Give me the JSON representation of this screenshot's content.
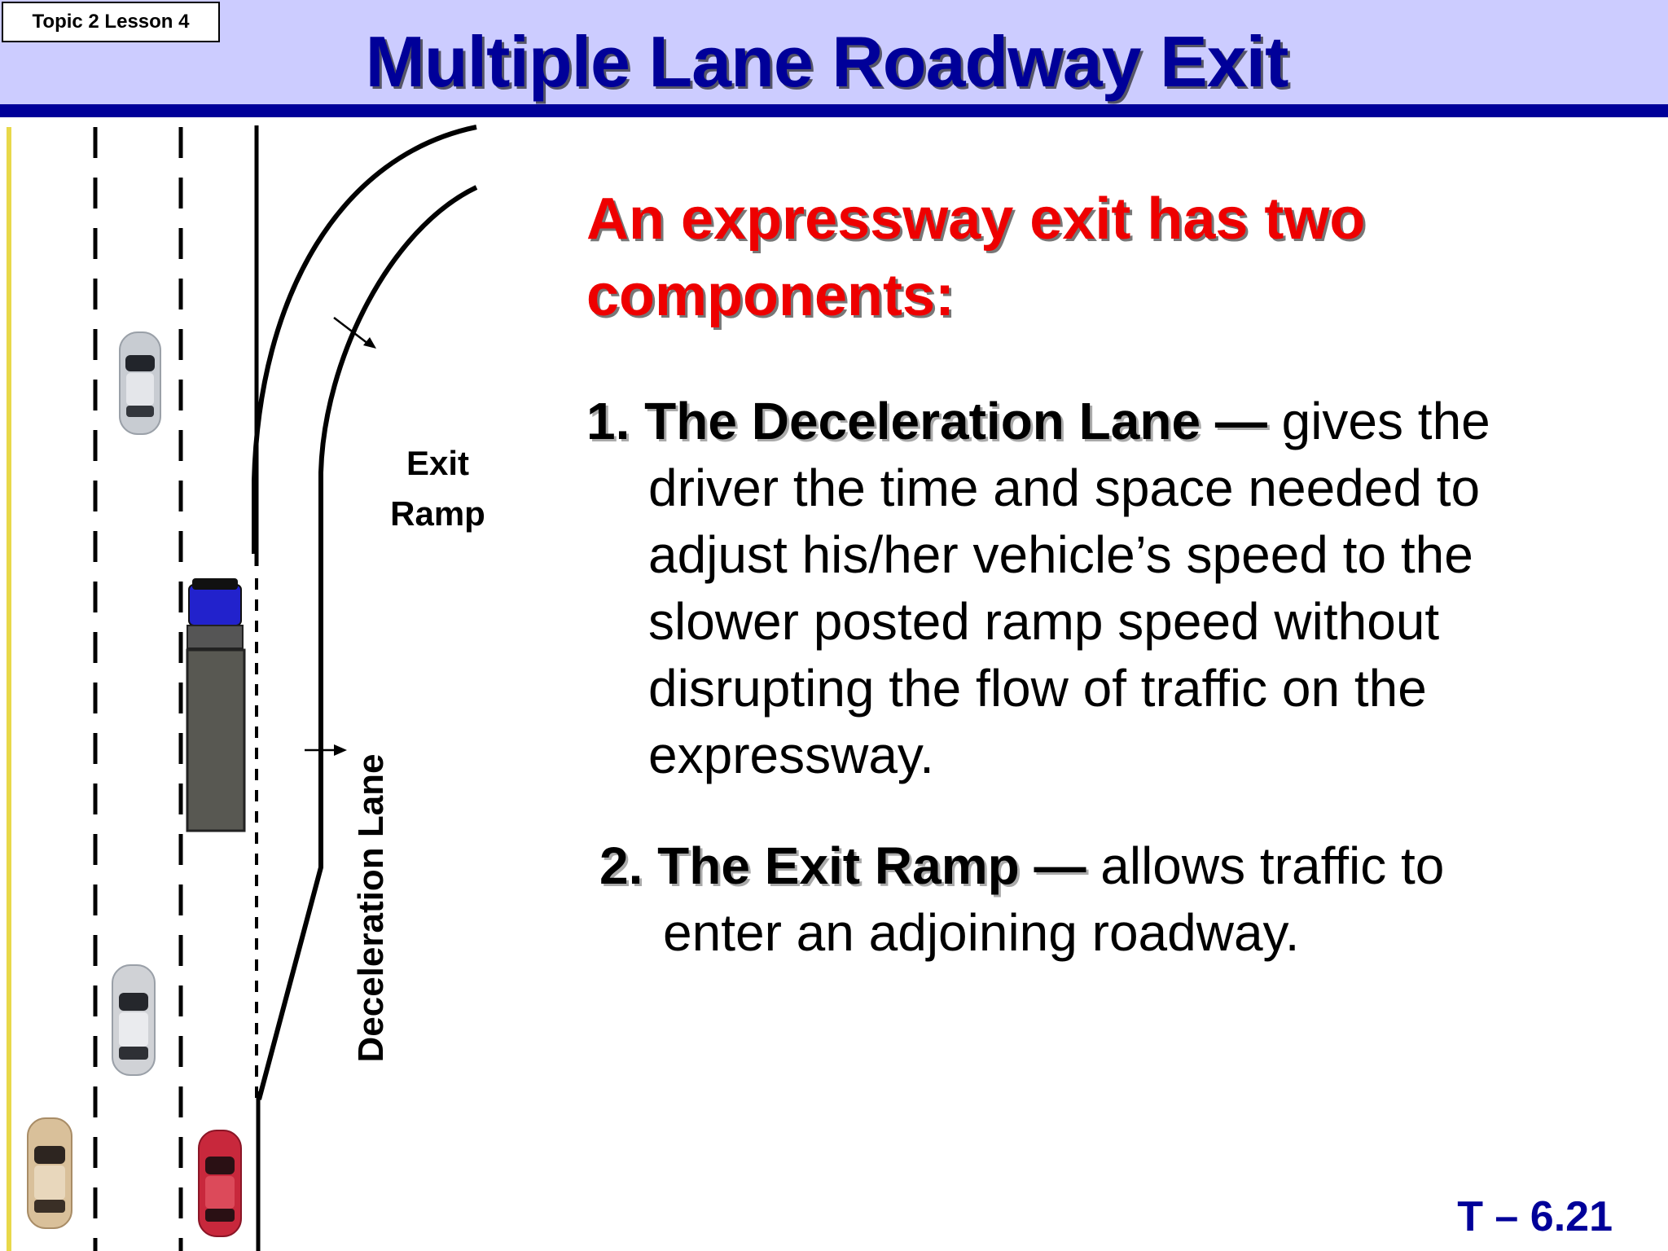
{
  "header": {
    "lesson_tag": "Topic 2 Lesson 4",
    "title": "Multiple Lane Roadway Exit"
  },
  "diagram": {
    "exit_ramp_label": [
      "Exit",
      "Ramp"
    ],
    "deceleration_lane_label": "Deceleration Lane",
    "vehicles": [
      "silver-car-icon",
      "blue-truck-icon",
      "silver-car-icon",
      "tan-car-icon",
      "red-car-icon"
    ]
  },
  "content": {
    "heading": "An expressway exit has two components:",
    "item1": {
      "number": "1.",
      "term": "The Deceleration Lane —",
      "first_line_text": " gives the",
      "continuation": "driver the time and space needed to adjust his/her vehicle’s speed to the slower posted ramp speed without disrupting the flow of traffic on the expressway."
    },
    "item2": {
      "number": "2.",
      "term": "The Exit Ramp —",
      "first_line_text": " allows traffic to",
      "continuation": "enter an adjoining roadway."
    }
  },
  "footer": {
    "slide_number": "T – 6.21"
  },
  "colors": {
    "header_bg": "#ccccff",
    "header_rule": "#000099",
    "title": "#000099",
    "heading": "#ee0000",
    "yellow_edge_line": "#e8d84a"
  }
}
